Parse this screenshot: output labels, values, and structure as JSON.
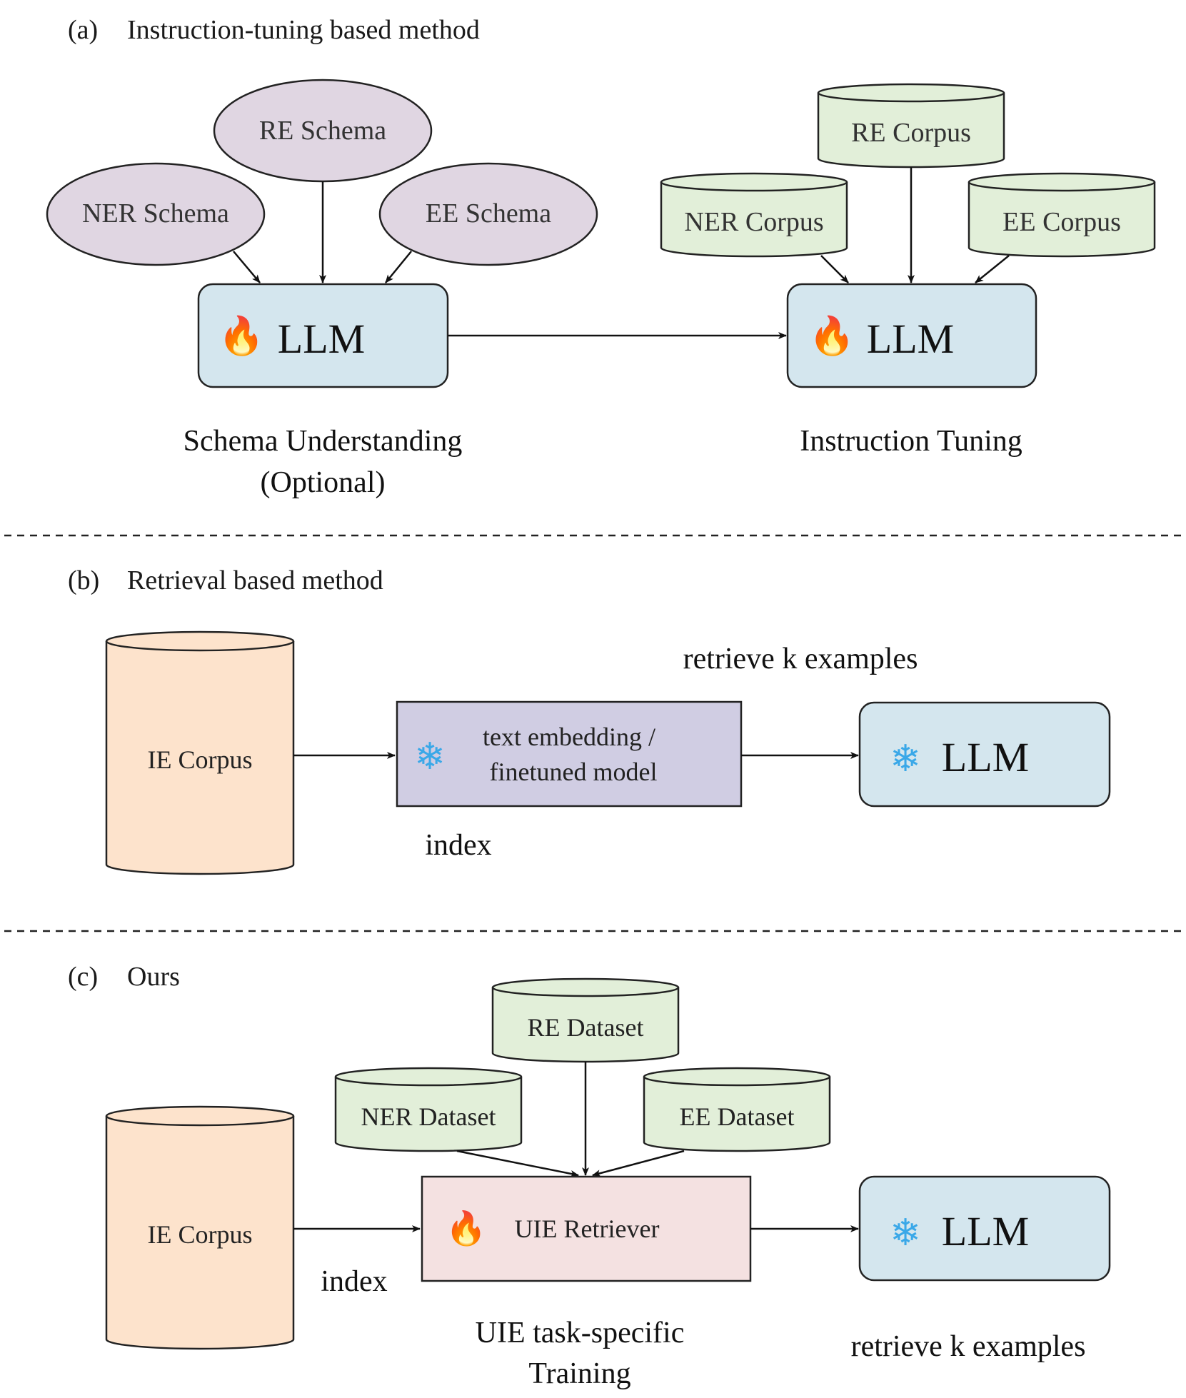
{
  "section_a": {
    "letter": "(a)",
    "title": "Instruction-tuning based method",
    "schemas": {
      "re": "RE Schema",
      "ner": "NER Schema",
      "ee": "EE Schema"
    },
    "corpora": {
      "re": "RE Corpus",
      "ner": "NER Corpus",
      "ee": "EE Corpus"
    },
    "llm_left": "LLM",
    "llm_right": "LLM",
    "caption_left_line1": "Schema Understanding",
    "caption_left_line2": "(Optional)",
    "caption_right": "Instruction Tuning"
  },
  "section_b": {
    "letter": "(b)",
    "title": "Retrieval based method",
    "corpus": "IE Corpus",
    "model_line1": "text embedding /",
    "model_line2": "finetuned model",
    "llm": "LLM",
    "retrieve_label": "retrieve k examples",
    "index_label": "index"
  },
  "section_c": {
    "letter": "(c)",
    "title": "Ours",
    "corpus": "IE Corpus",
    "datasets": {
      "re": "RE Dataset",
      "ner": "NER Dataset",
      "ee": "EE Dataset"
    },
    "retriever": "UIE Retriever",
    "llm": "LLM",
    "index_label": "index",
    "caption_line1": "UIE task-specific",
    "caption_line2": "Training",
    "retrieve_label": "retrieve k examples"
  },
  "icons": {
    "fire": "🔥",
    "snowflake": "❄"
  },
  "colors": {
    "schema_fill": "#e0d6e2",
    "corpus_green": "#e2efd9",
    "llm_blue": "#d4e6ee",
    "ie_corpus_orange": "#fde3cc",
    "embedding_purple": "#d0cde3",
    "retriever_pink": "#f4e1e1"
  }
}
